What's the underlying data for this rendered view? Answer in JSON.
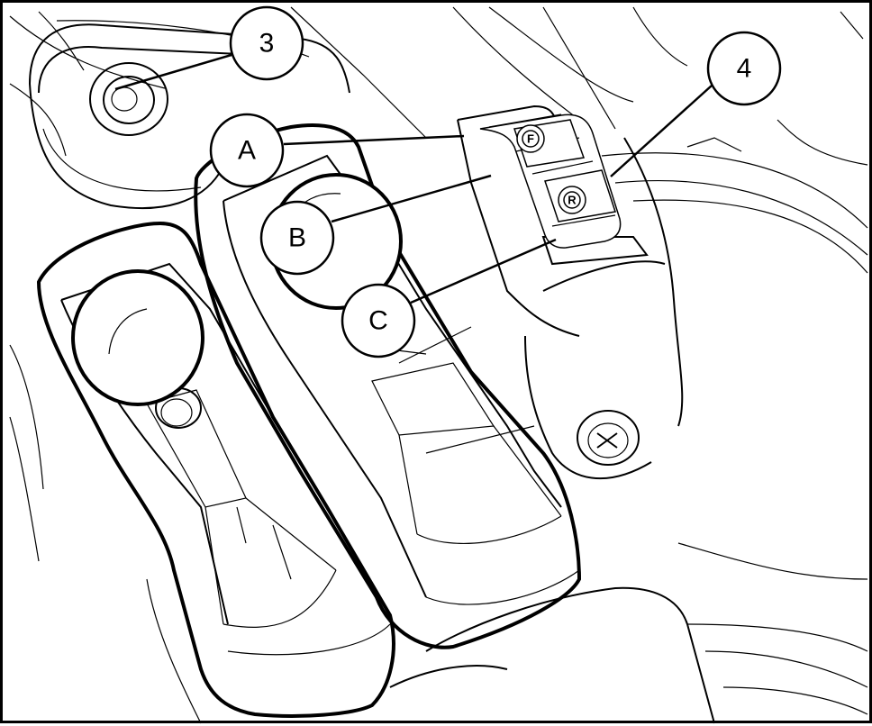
{
  "callouts": {
    "c3": "3",
    "c4": "4",
    "cA": "A",
    "cB": "B",
    "cC": "C"
  },
  "switch_panel": {
    "forward_label": "F",
    "reverse_label": "R"
  },
  "icons": {
    "forward": "gear-f-icon",
    "reverse": "gear-r-icon"
  }
}
